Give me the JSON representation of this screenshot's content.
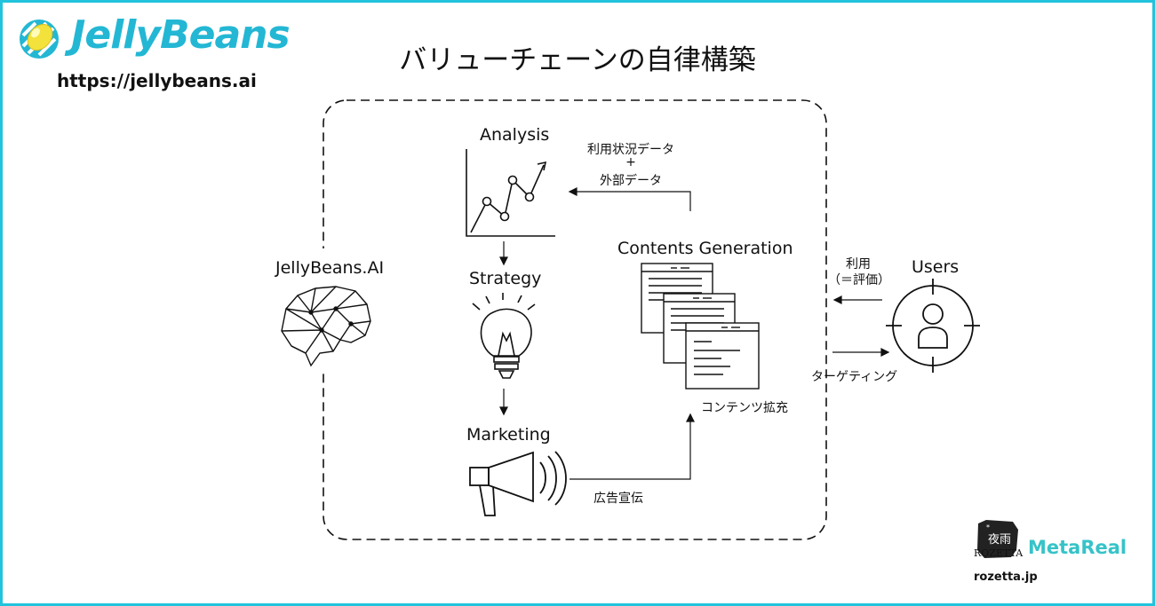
{
  "brand": {
    "name": "JellyBeans",
    "url": "https://jellybeans.ai",
    "accent_color": "#22c3dc"
  },
  "title": "バリューチェーンの自律構築",
  "nodes": {
    "ai": "JellyBeans.AI",
    "analysis": "Analysis",
    "strategy": "Strategy",
    "marketing": "Marketing",
    "contents": "Contents Generation",
    "users": "Users"
  },
  "edges": {
    "data_line1": "利用状況データ",
    "data_plus": "+",
    "data_line2": "外部データ",
    "advertising": "広告宣伝",
    "content_expand": "コンテンツ拡充",
    "usage_line1": "利用",
    "usage_line2": "（＝評価）",
    "targeting": "ターゲティング"
  },
  "footer": {
    "rozetta_mark": "ROZETTA",
    "rozetta_url": "rozetta.jp",
    "metareal": "MetaReal"
  },
  "icons": [
    "jellybean-logo-icon",
    "brain-network-icon",
    "line-chart-icon",
    "light-bulb-icon",
    "megaphone-icon",
    "document-stack-icon",
    "user-target-icon",
    "rozetta-logo-icon"
  ]
}
